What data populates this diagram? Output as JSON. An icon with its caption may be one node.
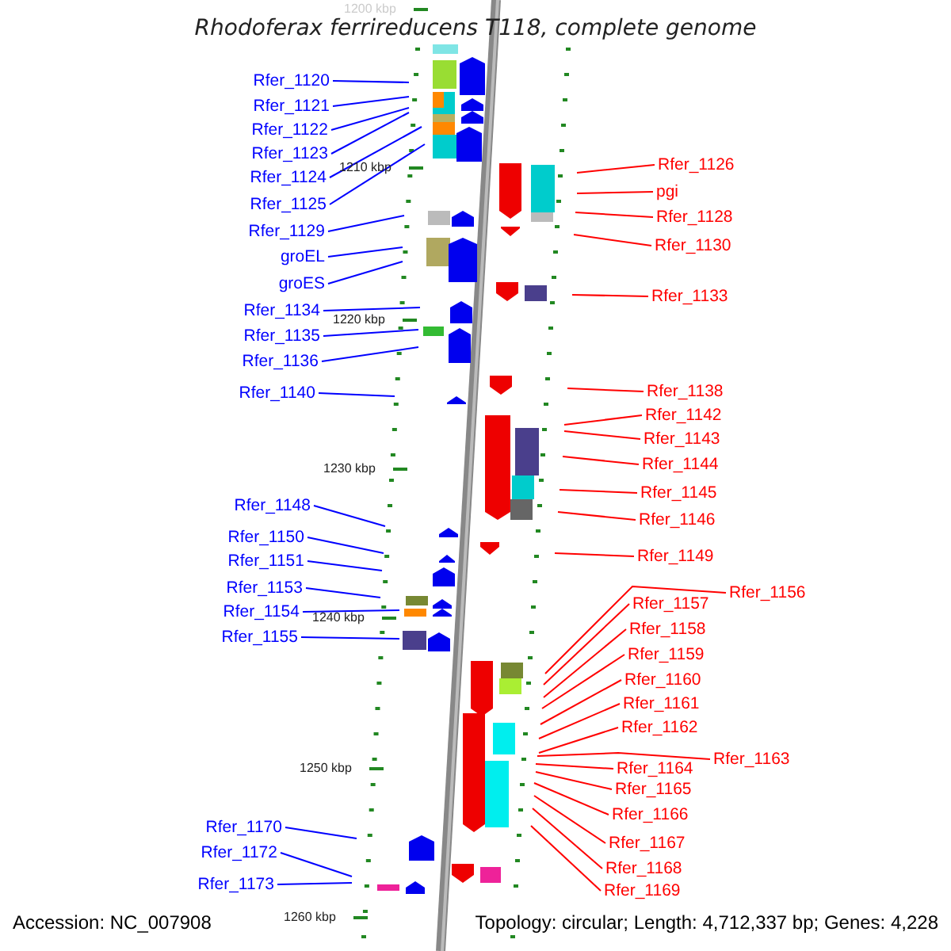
{
  "diagram": {
    "title": "Rhodoferax ferrireducens T118, complete genome",
    "nodes": [
      {
        "text": [
          "Rfer_1120"
        ]
      },
      {
        "text": [
          "Rfer_1121"
        ]
      },
      {
        "text": [
          "Rfer_1122"
        ]
      },
      {
        "text": [
          "Rfer_1123"
        ]
      },
      {
        "text": [
          "Rfer_1124"
        ]
      },
      {
        "text": [
          "Rfer_1125"
        ]
      },
      {
        "text": [
          "Rfer_1129"
        ]
      },
      {
        "text": [
          "groEL"
        ]
      },
      {
        "text": [
          "groES"
        ]
      },
      {
        "text": [
          "Rfer_1134"
        ]
      },
      {
        "text": [
          "Rfer_1135"
        ]
      },
      {
        "text": [
          "Rfer_1136"
        ]
      },
      {
        "text": [
          "Rfer_1140"
        ]
      },
      {
        "text": [
          "Rfer_1148"
        ]
      },
      {
        "text": [
          "Rfer_1150"
        ]
      },
      {
        "text": [
          "Rfer_1151"
        ]
      },
      {
        "text": [
          "Rfer_1153"
        ]
      },
      {
        "text": [
          "Rfer_1154"
        ]
      },
      {
        "text": [
          "Rfer_1155"
        ]
      },
      {
        "text": [
          "Rfer_1170"
        ]
      },
      {
        "text": [
          "Rfer_1172"
        ]
      },
      {
        "text": [
          "Rfer_1173"
        ]
      },
      {
        "text": [
          "Rfer_1126"
        ]
      },
      {
        "text": [
          "pgi"
        ]
      },
      {
        "text": [
          "Rfer_1128"
        ]
      },
      {
        "text": [
          "Rfer_1130"
        ]
      },
      {
        "text": [
          "Rfer_1133"
        ]
      },
      {
        "text": [
          "Rfer_1138"
        ]
      },
      {
        "text": [
          "Rfer_1142"
        ]
      },
      {
        "text": [
          "Rfer_1143"
        ]
      },
      {
        "text": [
          "Rfer_1144"
        ]
      },
      {
        "text": [
          "Rfer_1145"
        ]
      },
      {
        "text": [
          "Rfer_1146"
        ]
      },
      {
        "text": [
          "Rfer_1149"
        ]
      },
      {
        "text": [
          "Rfer_1156"
        ]
      },
      {
        "text": [
          "Rfer_1157"
        ]
      },
      {
        "text": [
          "Rfer_1158"
        ]
      },
      {
        "text": [
          "Rfer_1159"
        ]
      },
      {
        "text": [
          "Rfer_1160"
        ]
      },
      {
        "text": [
          "Rfer_1161"
        ]
      },
      {
        "text": [
          "Rfer_1162"
        ]
      },
      {
        "text": [
          "Rfer_1163"
        ]
      },
      {
        "text": [
          "Rfer_1164"
        ]
      },
      {
        "text": [
          "Rfer_1165"
        ]
      },
      {
        "text": [
          "Rfer_1166"
        ]
      },
      {
        "text": [
          "Rfer_1167"
        ]
      },
      {
        "text": [
          "Rfer_1168"
        ]
      },
      {
        "text": [
          "Rfer_1169"
        ]
      }
    ],
    "edges": [
      {
        "from": 0,
        "to": null,
        "arrow": "none",
        "color": "#0000ff"
      },
      {
        "from": 1,
        "to": null,
        "arrow": "none",
        "color": "#0000ff"
      },
      {
        "from": 2,
        "to": null,
        "arrow": "none",
        "color": "#0000ff"
      },
      {
        "from": 3,
        "to": null,
        "arrow": "none",
        "color": "#0000ff"
      },
      {
        "from": 4,
        "to": null,
        "arrow": "none",
        "color": "#0000ff"
      },
      {
        "from": 5,
        "to": null,
        "arrow": "none",
        "color": "#0000ff"
      },
      {
        "from": 6,
        "to": null,
        "arrow": "none",
        "color": "#0000ff"
      },
      {
        "from": 7,
        "to": null,
        "arrow": "none",
        "color": "#0000ff"
      },
      {
        "from": 8,
        "to": null,
        "arrow": "none",
        "color": "#0000ff"
      },
      {
        "from": 9,
        "to": null,
        "arrow": "none",
        "color": "#0000ff"
      },
      {
        "from": 10,
        "to": null,
        "arrow": "none",
        "color": "#0000ff"
      },
      {
        "from": 11,
        "to": null,
        "arrow": "none",
        "color": "#0000ff"
      },
      {
        "from": 12,
        "to": null,
        "arrow": "none",
        "color": "#0000ff"
      },
      {
        "from": 13,
        "to": null,
        "arrow": "none",
        "color": "#0000ff"
      },
      {
        "from": 14,
        "to": null,
        "arrow": "none",
        "color": "#0000ff"
      },
      {
        "from": 15,
        "to": null,
        "arrow": "none",
        "color": "#0000ff"
      },
      {
        "from": 16,
        "to": null,
        "arrow": "none",
        "color": "#0000ff"
      },
      {
        "from": 17,
        "to": null,
        "arrow": "none",
        "color": "#0000ff"
      },
      {
        "from": 18,
        "to": null,
        "arrow": "none",
        "color": "#0000ff"
      },
      {
        "from": 19,
        "to": null,
        "arrow": "none",
        "color": "#0000ff"
      },
      {
        "from": 20,
        "to": null,
        "arrow": "none",
        "color": "#0000ff"
      },
      {
        "from": 21,
        "to": null,
        "arrow": "none",
        "color": "#0000ff"
      },
      {
        "from": 22,
        "to": null,
        "arrow": "none"
      },
      {
        "from": 23,
        "to": null,
        "arrow": "none"
      },
      {
        "from": 24,
        "to": null,
        "arrow": "none"
      },
      {
        "from": 25,
        "to": null,
        "arrow": "none"
      },
      {
        "from": 26,
        "to": null,
        "arrow": "none"
      },
      {
        "from": 27,
        "to": null,
        "arrow": "none"
      },
      {
        "from": 28,
        "to": null,
        "arrow": "none"
      },
      {
        "from": 29,
        "to": null,
        "arrow": "none"
      },
      {
        "from": 30,
        "to": null,
        "arrow": "none"
      },
      {
        "from": 31,
        "to": null,
        "arrow": "none"
      },
      {
        "from": 32,
        "to": null,
        "arrow": "none"
      },
      {
        "from": 33,
        "to": null,
        "arrow": "none"
      },
      {
        "from": 34,
        "to": null,
        "arrow": "none"
      },
      {
        "from": 35,
        "to": null,
        "arrow": "none"
      },
      {
        "from": 36,
        "to": null,
        "arrow": "none"
      },
      {
        "from": 37,
        "to": null,
        "arrow": "none"
      },
      {
        "from": 38,
        "to": null,
        "arrow": "none"
      },
      {
        "from": 39,
        "to": null,
        "arrow": "none"
      },
      {
        "from": 40,
        "to": null,
        "arrow": "none"
      },
      {
        "from": 41,
        "to": null,
        "arrow": "none"
      },
      {
        "from": 42,
        "to": null,
        "arrow": "none"
      },
      {
        "from": 43,
        "to": null,
        "arrow": "none"
      },
      {
        "from": 44,
        "to": null,
        "arrow": "none"
      },
      {
        "from": 45,
        "to": null,
        "arrow": "none"
      },
      {
        "from": 46,
        "to": null,
        "arrow": "none"
      },
      {
        "from": 47,
        "to": null,
        "arrow": "none"
      }
    ],
    "labels": [
      "1200 kbp",
      "1210 kbp",
      "1220 kbp",
      "1230 kbp",
      "1240 kbp",
      "1250 kbp",
      "1260 kbp",
      "Accession: NC_007908",
      "Topology: circular; Length: 4,712,337 bp; Genes: 4,228"
    ]
  }
}
